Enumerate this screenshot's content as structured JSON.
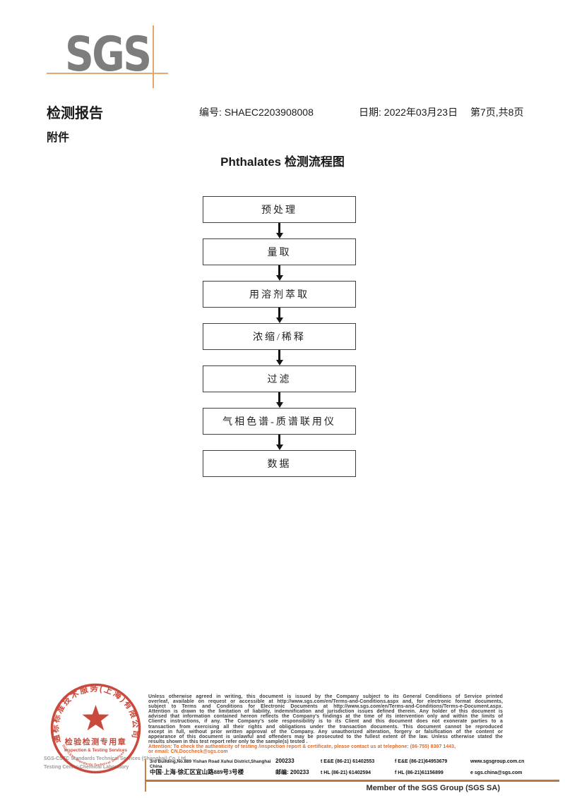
{
  "header": {
    "logo": "SGS",
    "doc_title": "检测报告",
    "report_no": "编号: SHAEC2203908008",
    "date": "日期: 2022年03月23日",
    "page_info": "第7页,共8页",
    "attachment_label": "附件"
  },
  "flowchart": {
    "title": "Phthalates 检测流程图",
    "steps": [
      "预处理",
      "量取",
      "用溶剂萃取",
      "浓缩/稀释",
      "过滤",
      "气相色谱-质谱联用仪",
      "数据"
    ]
  },
  "stamp": {
    "ring_text": "通标标准技术服务(上海)有限公司",
    "arc_bottom_text": "SGS-CSTC Standards Technical Services",
    "inner_cn": "检验检测专用章",
    "inner_en": "Inspection & Testing Services"
  },
  "company": {
    "line1": "SGS-CSTC Standards Technical Services (Shanghai) Co.,Ltd.",
    "line2": "Testing Center-Chemical Laboratory"
  },
  "legal": {
    "disclaimer_lines": [
      "Unless otherwise agreed in writing, this document is issued by the Company subject to its General Conditions of Service printed",
      "overleaf, available on request or accessible at http://www.sgs.com/en/Terms-and-Conditions.aspx and, for electronic format documents,",
      "subject to Terms and Conditions for Electronic Documents at http://www.sgs.com/en/Terms-and-Conditions/Terms-e-Document.aspx.",
      "Attention is drawn to the limitation of liability, indemnification and jurisdiction issues defined therein. Any holder of this document is",
      "advised that information contained hereon reflects the Company's findings at the time of its intervention only and within the limits of",
      "Client's instructions, if any. The Company's sole responsibility is to its Client and this document does not exonerate parties to a",
      "transaction from exercising all their rights and obligations under the transaction documents. This document cannot be reproduced",
      "except in full, without prior written approval of the Company. Any unauthorized alteration, forgery or falsification of the content or",
      "appearance of this document is unlawful and offenders may be prosecuted to the fullest extent of the law. Unless otherwise stated the",
      "results shown in this test report refer only to the sample(s) tested ."
    ],
    "attention_line1": "Attention: To check the authenticity of testing /inspection report & certificate, please contact us at telephone: (86-755) 8307 1443,",
    "attention_line2": "or email: CN.Doccheck@sgs.com"
  },
  "address": {
    "en": "3rd Building,No.889 Yishan Road Xuhui District,Shanghai China",
    "en_postcode": "200233",
    "en_tel": "t E&E (86-21) 61402553",
    "en_fax": "f E&E (86-21)64953679",
    "web": "www.sgsgroup.com.cn",
    "cn": "中国·上海·徐汇区宜山路889号3号楼",
    "cn_postcode": "邮编: 200233",
    "cn_tel": "t HL (86-21) 61402594",
    "cn_fax": "f HL (86-21)61156899",
    "email": "e sgs.china@sgs.com"
  },
  "footer": {
    "member": "Member of the SGS Group (SGS SA)"
  },
  "colors": {
    "logo_gray": "#7d7d7d",
    "accent_orange": "#e2a672",
    "footer_line": "#bd7840",
    "attention_orange": "#e06a28",
    "stamp_red": "#c53b2c"
  }
}
